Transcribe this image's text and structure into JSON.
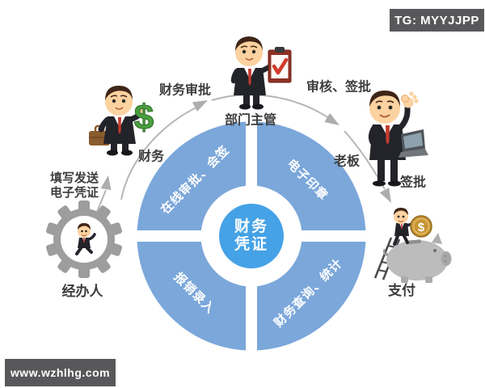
{
  "watermarks": {
    "tg": "TG: MYYJJPP",
    "site": "www.wzhlhg.com"
  },
  "diagram": {
    "center": {
      "line1": "财务",
      "line2": "凭证"
    },
    "quadrants": {
      "top_left": "在线审批、会签",
      "top_right": "电子印章",
      "bottom_left": "报销录入",
      "bottom_right": "财务查询、统计"
    },
    "steps": {
      "fill_send_line1": "填写发送",
      "fill_send_line2": "电子凭证",
      "finance": "财务",
      "finance_approval": "财务审批",
      "department_manager": "部门主管",
      "review_sign": "审核、签批",
      "boss": "老板",
      "sign_approve": "签批",
      "operator": "经办人",
      "payment": "支付"
    },
    "icons": {
      "dollar_sign": "$",
      "coin_dollar": "$"
    },
    "colors": {
      "ring_blue": "#7BA7DA",
      "center_blue": "#45A2E6",
      "arrow_gray": "#ADADAD",
      "badge_bg": "#58585A",
      "label_text": "#3D3D3D"
    }
  }
}
